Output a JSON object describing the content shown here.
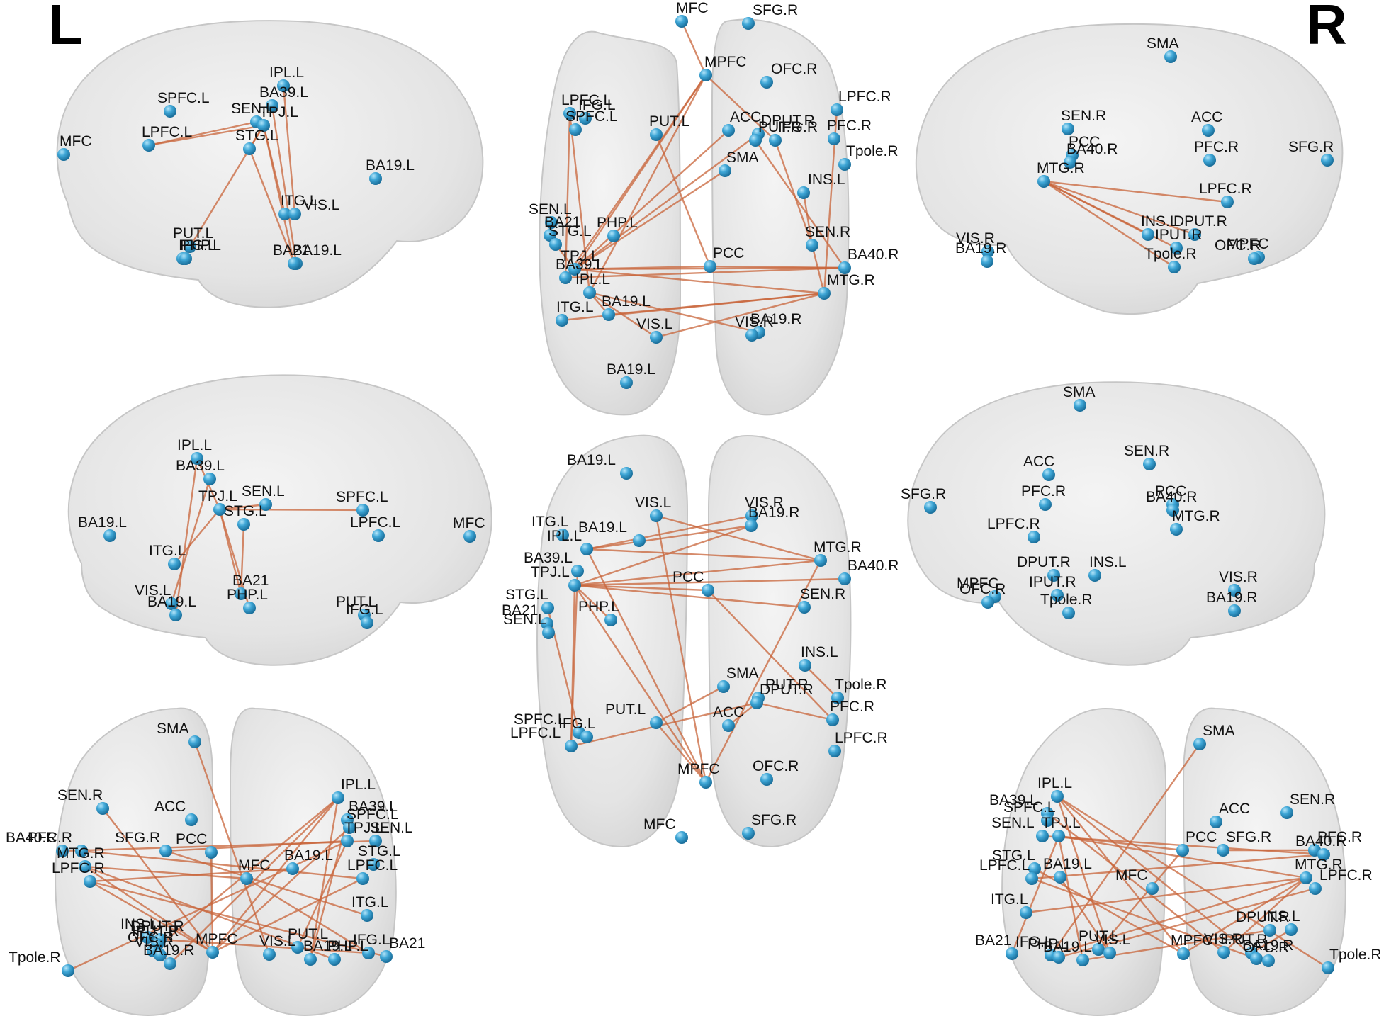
{
  "figure": {
    "left_marker": "L",
    "right_marker": "R",
    "colors": {
      "brain": "#e6e6e6",
      "brain_edge": "#c4c4c4",
      "node": "#3a9fd0",
      "node_highlight": "#9cdcf5",
      "edge": "#c8643a"
    }
  },
  "views": [
    {
      "id": "left-lateral",
      "nodes": [
        "MFC",
        "SPFC.L",
        "LPFC.L",
        "SEN.L",
        "IPL.L",
        "BA39.L",
        "TPJ.L",
        "STG.L",
        "BA19.L",
        "ITG.L",
        "VIS.L",
        "BA19.L",
        "PUT.L",
        "IFG.L",
        "BA21",
        "PHP.L"
      ]
    },
    {
      "id": "top-axial",
      "nodes": [
        "MFC",
        "SFG.R",
        "MPFC",
        "OFC.R",
        "LPFC.L",
        "IFG.L",
        "SPFC.L",
        "PUT.L",
        "ACC",
        "DPUT.R",
        "PUT.R",
        "IFG.R",
        "LPFC.R",
        "PFC.R",
        "Tpole.R",
        "SMA",
        "INS.L",
        "SEN.L",
        "BA21",
        "STG.L",
        "PHP.L",
        "TPJ.L",
        "BA39.L",
        "IPL.L",
        "PCC",
        "SEN.R",
        "BA40.R",
        "MTG.R",
        "ITG.L",
        "BA19.L",
        "VIS.L",
        "BA19.R",
        "VIS.R",
        "BA19.L"
      ]
    },
    {
      "id": "right-lateral",
      "nodes": [
        "SMA",
        "SEN.R",
        "ACC",
        "PCC",
        "BA40.R",
        "PFC.R",
        "SFG.R",
        "MTG.R",
        "LPFC.R",
        "INS.L",
        "DPUT.R",
        "IPUT.R",
        "MPFC",
        "OFC.R",
        "VIS.R",
        "BA19.R",
        "Tpole.R"
      ]
    },
    {
      "id": "left-medial",
      "nodes": [
        "IPL.L",
        "BA39.L",
        "TPJ.L",
        "SEN.L",
        "SPFC.L",
        "STG.L",
        "BA19.L",
        "LPFC.L",
        "MFC",
        "ITG.L",
        "VIS.L",
        "BA19.L",
        "BA21",
        "PHP.L",
        "PUT.L",
        "IFG.L"
      ]
    },
    {
      "id": "bottom-axial",
      "nodes": [
        "BA19.L",
        "VIS.L",
        "VIS.R",
        "BA19.R",
        "ITG.L",
        "BA19.L",
        "IPL.L",
        "MTG.R",
        "BA39.L",
        "TPJ.L",
        "PCC",
        "BA40.R",
        "STG.L",
        "BA21",
        "SEN.L",
        "PHP.L",
        "SEN.R",
        "INS.L",
        "Tpole.R",
        "SMA",
        "PUT.R",
        "DPUT.R",
        "SPFC.L",
        "IFG.L",
        "LPFC.L",
        "PUT.L",
        "ACC",
        "PFC.R",
        "LPFC.R",
        "MPFC",
        "OFC.R",
        "MFC",
        "SFG.R"
      ]
    },
    {
      "id": "right-medial",
      "nodes": [
        "SMA",
        "SEN.R",
        "ACC",
        "PFC.R",
        "PCC",
        "BA40.R",
        "SFG.R",
        "LPFC.R",
        "MTG.R",
        "DPUT.R",
        "INS.L",
        "MPFC",
        "OFC.R",
        "IPUT.R",
        "Tpole.R",
        "VIS.R",
        "BA19.R"
      ]
    },
    {
      "id": "front-coronal",
      "nodes": [
        "SMA",
        "SEN.R",
        "ACC",
        "IPL.L",
        "BA39.L",
        "SPFC.L",
        "BA40.R",
        "PFC.R",
        "SFG.R",
        "PCC",
        "TPJ.L",
        "SEN.L",
        "MTG.R",
        "MFC",
        "BA19.L",
        "STG.L",
        "LPFC.R",
        "LPFC.L",
        "ITG.L",
        "INS.L",
        "DPUT.R",
        "IPUT.R",
        "OFC.R",
        "VIS.R",
        "MPFC",
        "PUT.L",
        "VIS.L",
        "BA19.R",
        "BA19.L",
        "PHP.L",
        "IFG.L",
        "BA21",
        "Tpole.R"
      ]
    },
    {
      "id": "back-coronal",
      "nodes": [
        "SMA",
        "IPL.L",
        "BA39.L",
        "SPFC.L",
        "ACC",
        "SEN.R",
        "SEN.L",
        "TPJ.L",
        "PCC",
        "SFG.R",
        "PFC.R",
        "BA40.R",
        "STG.L",
        "LPFC.L",
        "BA19.L",
        "MFC",
        "MTG.R",
        "LPFC.R",
        "ITG.L",
        "DPUT.R",
        "INS.L",
        "BA21",
        "IFG.L",
        "PHP.L",
        "BA19.L",
        "PUT.L",
        "VIS.L",
        "MPFC",
        "VIS.R",
        "IPUT.R",
        "BA19.R",
        "OFC.R",
        "Tpole.R"
      ]
    }
  ]
}
